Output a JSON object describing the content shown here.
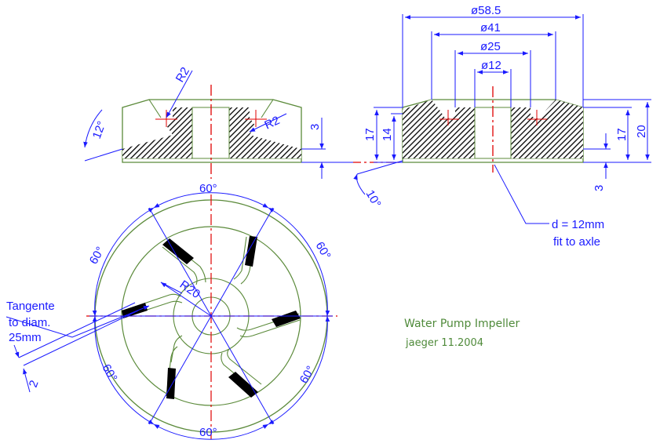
{
  "colors": {
    "outline": "#5b8a3a",
    "dimension": "#1a1aff",
    "center": "#e00000",
    "hatch": "#000000",
    "background": "#ffffff"
  },
  "dimensions": {
    "d58": "ø58.5",
    "d41": "ø41",
    "d25": "ø25",
    "d12": "ø12",
    "h17_left": "17",
    "h14": "14",
    "h3_left": "3",
    "h17_right": "17",
    "h20": "20",
    "h3_right": "3",
    "r2_top": "R2",
    "r2_side": "R2",
    "angle12": "12°",
    "angle10": "10°",
    "r20": "R20",
    "ang_top": "60°",
    "ang_bottom": "60°",
    "ang_ul": "60°",
    "ang_ur": "60°",
    "ang_ll": "60°",
    "ang_lr": "60°",
    "thk2": "2"
  },
  "notes": {
    "axle_line1": "d = 12mm",
    "axle_line2": "fit to axle",
    "tangent_line1": "Tangente",
    "tangent_line2": "to diam.",
    "tangent_line3": "25mm"
  },
  "title": {
    "name": "Water Pump Impeller",
    "author_date": "jaeger 11.2004"
  }
}
